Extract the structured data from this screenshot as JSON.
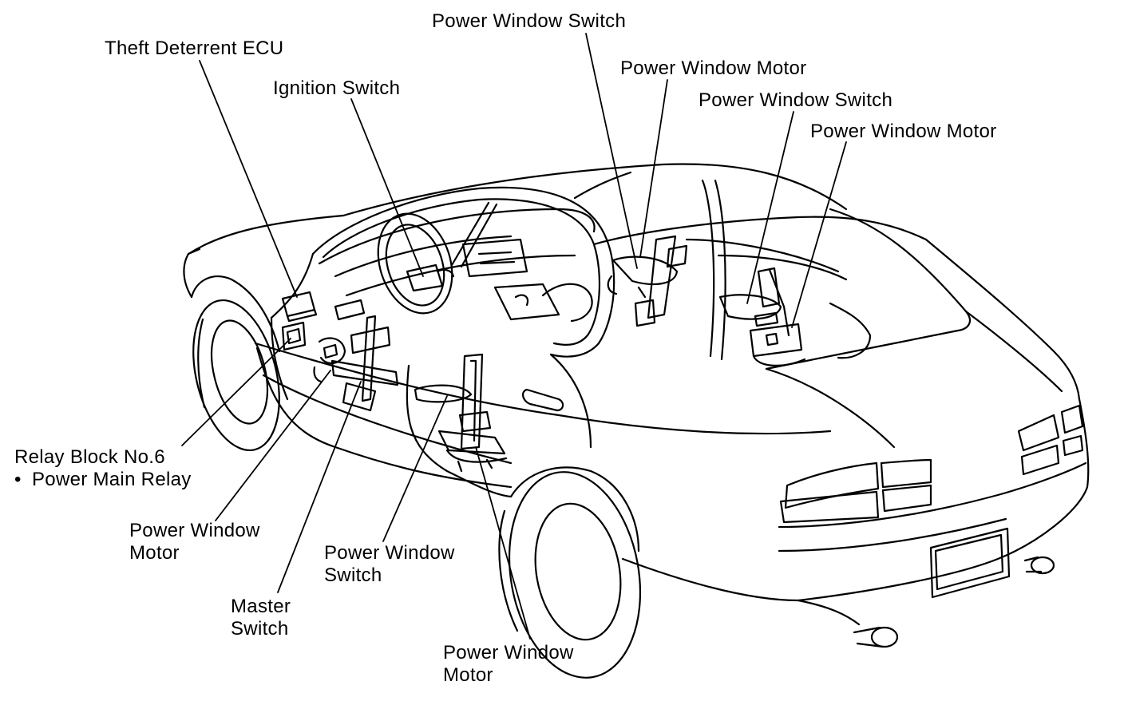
{
  "labels": {
    "theft_deterrent_ecu": "Theft Deterrent ECU",
    "ignition_switch": "Ignition Switch",
    "pws_top": "Power Window Switch",
    "pwm_upper_left": "Power Window Motor",
    "pws_rear": "Power Window Switch",
    "pwm_rear": "Power Window Motor",
    "relay_block": "Relay Block No.6",
    "relay_bullet": "•",
    "relay_sub": "Power Main Relay",
    "pwm_front_l1": "Power Window",
    "pwm_front_l2": "Motor",
    "pws_door_l1": "Power Window",
    "pws_door_l2": "Switch",
    "master_l1": "Master",
    "master_l2": "Switch",
    "pwm_rear_door_l1": "Power Window",
    "pwm_rear_door_l2": "Motor"
  }
}
